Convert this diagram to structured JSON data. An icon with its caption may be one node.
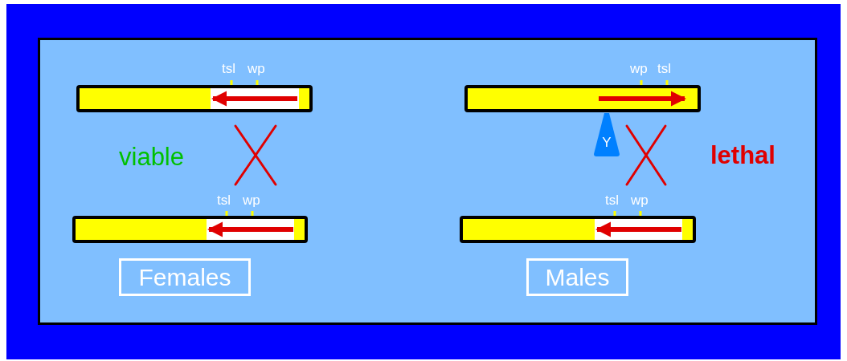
{
  "diagram": {
    "nodes": [
      {
        "text": [
          "Y"
        ]
      },
      {
        "text": [
          "Females"
        ]
      },
      {
        "text": [
          "Males"
        ]
      }
    ],
    "labels": [
      "tsl",
      "wp",
      "wp",
      "tsl",
      "viable",
      "lethal",
      "tsl",
      "wp",
      "tsl",
      "wp"
    ]
  }
}
